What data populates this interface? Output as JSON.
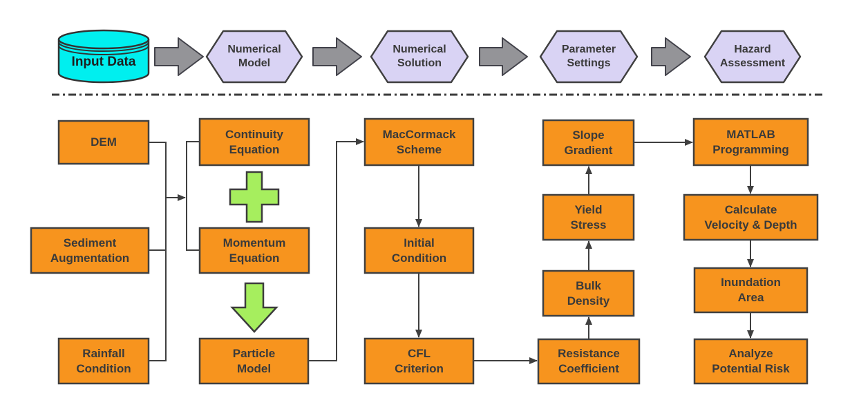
{
  "colors": {
    "node_orange": "#F7941E",
    "hexagon_lavender": "#D9D3F4",
    "cylinder_cyan": "#00EFEF",
    "operator_green": "#A6EE5E",
    "block_arrow_gray": "#949498",
    "line_dark": "#3F3F3F",
    "text_dark": "#3A3A3A"
  },
  "top_row": {
    "input": {
      "label": "Input Data",
      "icon": "database-cylinder"
    },
    "stages": [
      {
        "label": "Numerical\nModel",
        "shape": "hexagon"
      },
      {
        "label": "Numerical\nSolution",
        "shape": "hexagon"
      },
      {
        "label": "Parameter\nSettings",
        "shape": "hexagon"
      },
      {
        "label": "Hazard\nAssessment",
        "shape": "hexagon"
      }
    ],
    "connector_icon": "block-arrow-right"
  },
  "flowchart": {
    "input_nodes": [
      {
        "label": "DEM"
      },
      {
        "label": "Sediment\nAugmentation"
      },
      {
        "label": "Rainfall\nCondition"
      }
    ],
    "model_nodes": [
      {
        "label": "Continuity\nEquation"
      },
      {
        "label": "Momentum\nEquation"
      },
      {
        "label": "Particle\nModel"
      }
    ],
    "operators": [
      {
        "icon": "plus"
      },
      {
        "icon": "arrow-down"
      }
    ],
    "solution_nodes": [
      {
        "label": "MacCormack\nScheme"
      },
      {
        "label": "Initial\nCondition"
      },
      {
        "label": "CFL\nCriterion"
      }
    ],
    "parameter_nodes": [
      {
        "label": "Slope\nGradient"
      },
      {
        "label": "Yield\nStress"
      },
      {
        "label": "Bulk\nDensity"
      },
      {
        "label": "Resistance\nCoefficient"
      }
    ],
    "assessment_nodes": [
      {
        "label": "MATLAB\nProgramming"
      },
      {
        "label": "Calculate\nVelocity & Depth"
      },
      {
        "label": "Inundation\nArea"
      },
      {
        "label": "Analyze\nPotential Risk"
      }
    ]
  }
}
